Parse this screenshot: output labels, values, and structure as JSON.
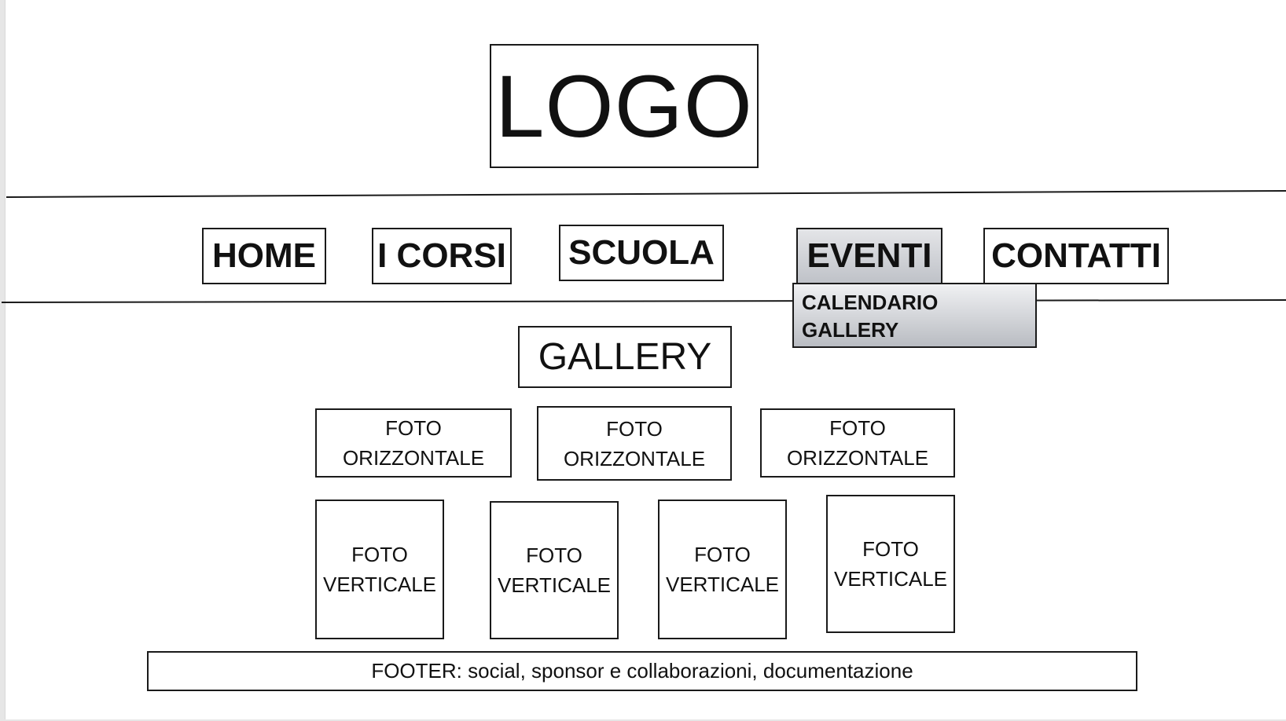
{
  "logo": {
    "label": "LOGO"
  },
  "nav": {
    "items": [
      {
        "label": "HOME"
      },
      {
        "label": "I CORSI"
      },
      {
        "label": "SCUOLA"
      },
      {
        "label": "EVENTI",
        "active": true
      },
      {
        "label": "CONTATTI"
      }
    ],
    "dropdown": {
      "items": [
        "CALENDARIO",
        "GALLERY"
      ]
    }
  },
  "section": {
    "title": "GALLERY"
  },
  "photos": {
    "horizontal": [
      {
        "line1": "FOTO",
        "line2": "ORIZZONTALE"
      },
      {
        "line1": "FOTO",
        "line2": "ORIZZONTALE"
      },
      {
        "line1": "FOTO",
        "line2": "ORIZZONTALE"
      }
    ],
    "vertical": [
      {
        "line1": "FOTO",
        "line2": "VERTICALE"
      },
      {
        "line1": "FOTO",
        "line2": "VERTICALE"
      },
      {
        "line1": "FOTO",
        "line2": "VERTICALE"
      },
      {
        "line1": "FOTO",
        "line2": "VERTICALE"
      }
    ]
  },
  "footer": {
    "label": "FOOTER: social, sponsor e collaborazioni, documentazione"
  },
  "colors": {
    "border": "#1a1a1a",
    "active_tab_top": "#e4e5e8",
    "active_tab_bottom": "#bfc2c8"
  }
}
